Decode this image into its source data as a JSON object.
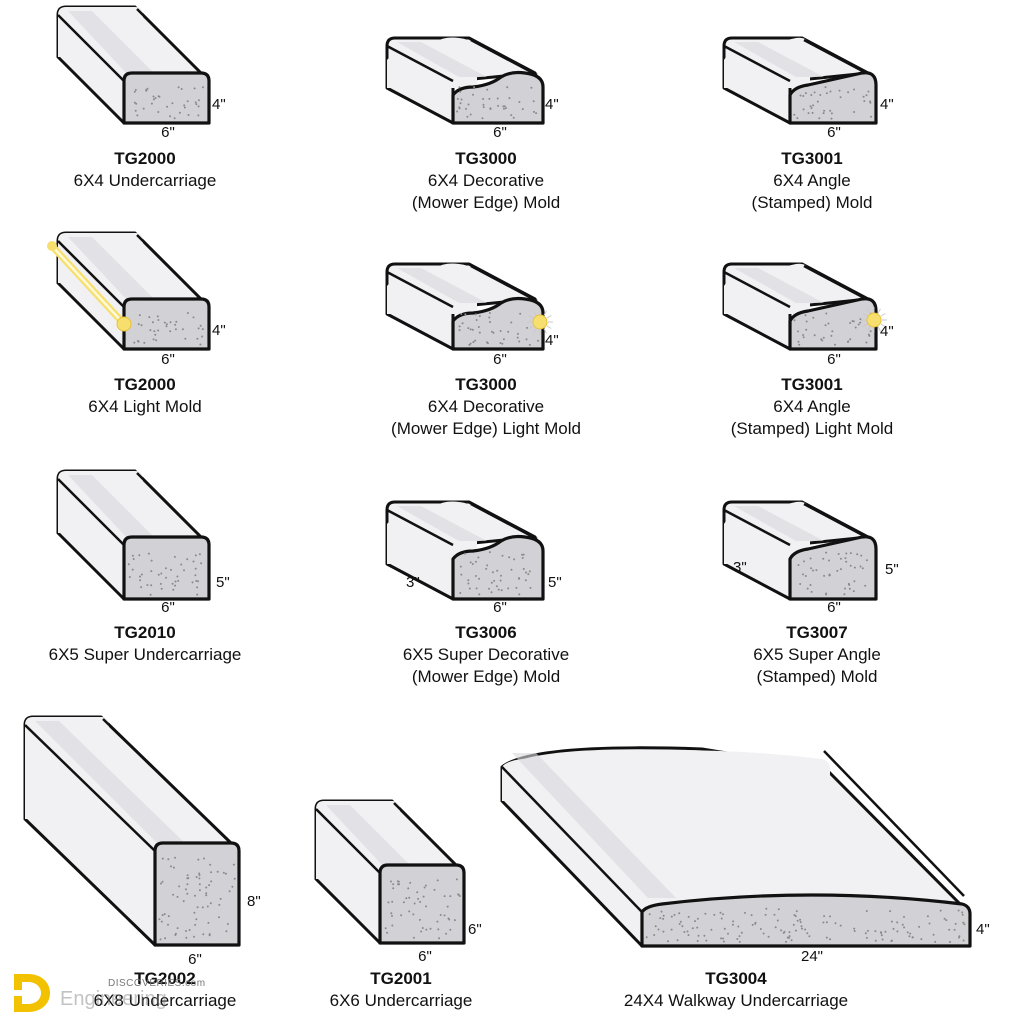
{
  "products": [
    {
      "code": "TG2000",
      "desc_lines": [
        "6X4 Undercarriage"
      ],
      "width_label": "6\"",
      "height_label": "4\""
    },
    {
      "code": "TG3000",
      "desc_lines": [
        "6X4 Decorative",
        "(Mower Edge) Mold"
      ],
      "width_label": "6\"",
      "height_label": "4\""
    },
    {
      "code": "TG3001",
      "desc_lines": [
        "6X4 Angle",
        "(Stamped) Mold"
      ],
      "width_label": "6\"",
      "height_label": "4\""
    },
    {
      "code": "TG2000",
      "desc_lines": [
        "6X4 Light Mold"
      ],
      "width_label": "6\"",
      "height_label": "4\""
    },
    {
      "code": "TG3000",
      "desc_lines": [
        "6X4 Decorative",
        "(Mower Edge) Light Mold"
      ],
      "width_label": "6\"",
      "height_label": "4\""
    },
    {
      "code": "TG3001",
      "desc_lines": [
        "6X4 Angle",
        "(Stamped) Light Mold"
      ],
      "width_label": "6\"",
      "height_label": "4\""
    },
    {
      "code": "TG2010",
      "desc_lines": [
        "6X5 Super Undercarriage"
      ],
      "width_label": "6\"",
      "height_label": "5\""
    },
    {
      "code": "TG3006",
      "desc_lines": [
        "6X5 Super Decorative",
        "(Mower Edge) Mold"
      ],
      "width_label": "6\"",
      "height_label": "5\"",
      "side_label": "3\""
    },
    {
      "code": "TG3007",
      "desc_lines": [
        "6X5 Super Angle",
        "(Stamped) Mold"
      ],
      "width_label": "6\"",
      "height_label": "5\"",
      "side_label": "3\""
    },
    {
      "code": "TG2002",
      "desc_lines": [
        "6X8 Undercarriage"
      ],
      "width_label": "6\"",
      "height_label": "8\""
    },
    {
      "code": "TG2001",
      "desc_lines": [
        "6X6 Undercarriage"
      ],
      "width_label": "6\"",
      "height_label": "6\""
    },
    {
      "code": "TG3004",
      "desc_lines": [
        "24X4 Walkway Undercarriage"
      ],
      "width_label": "24\"",
      "height_label": "4\""
    }
  ],
  "watermark": {
    "line1": "DISCOVERIES.com",
    "line2": "Engineering"
  },
  "colors": {
    "top_face": "#f1f1f3",
    "front_face": "#d9d9dd",
    "section": "#d2d2d6",
    "stipple": "#8a8a8a",
    "outline": "#111111",
    "light": "#f6df6e"
  }
}
